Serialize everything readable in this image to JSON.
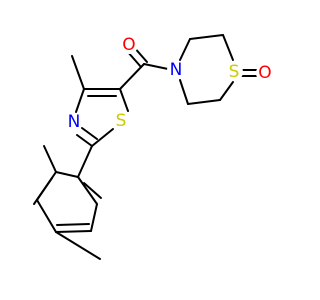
{
  "colors": {
    "background": "#ffffff",
    "bond": "#000000",
    "carbon": "#000000",
    "nitrogen": "#0000ff",
    "oxygen": "#ff0000",
    "sulfur": "#cccc00"
  },
  "atoms": {
    "o_carbonyl": {
      "label": "O",
      "element": "oxygen"
    },
    "n_ring": {
      "label": "N",
      "element": "nitrogen"
    },
    "s_ring": {
      "label": "S",
      "element": "sulfur"
    },
    "o_sulfoxide": {
      "label": "O",
      "element": "oxygen"
    },
    "n_thiazole": {
      "label": "N",
      "element": "nitrogen"
    },
    "s_thiazole": {
      "label": "S",
      "element": "sulfur"
    }
  }
}
